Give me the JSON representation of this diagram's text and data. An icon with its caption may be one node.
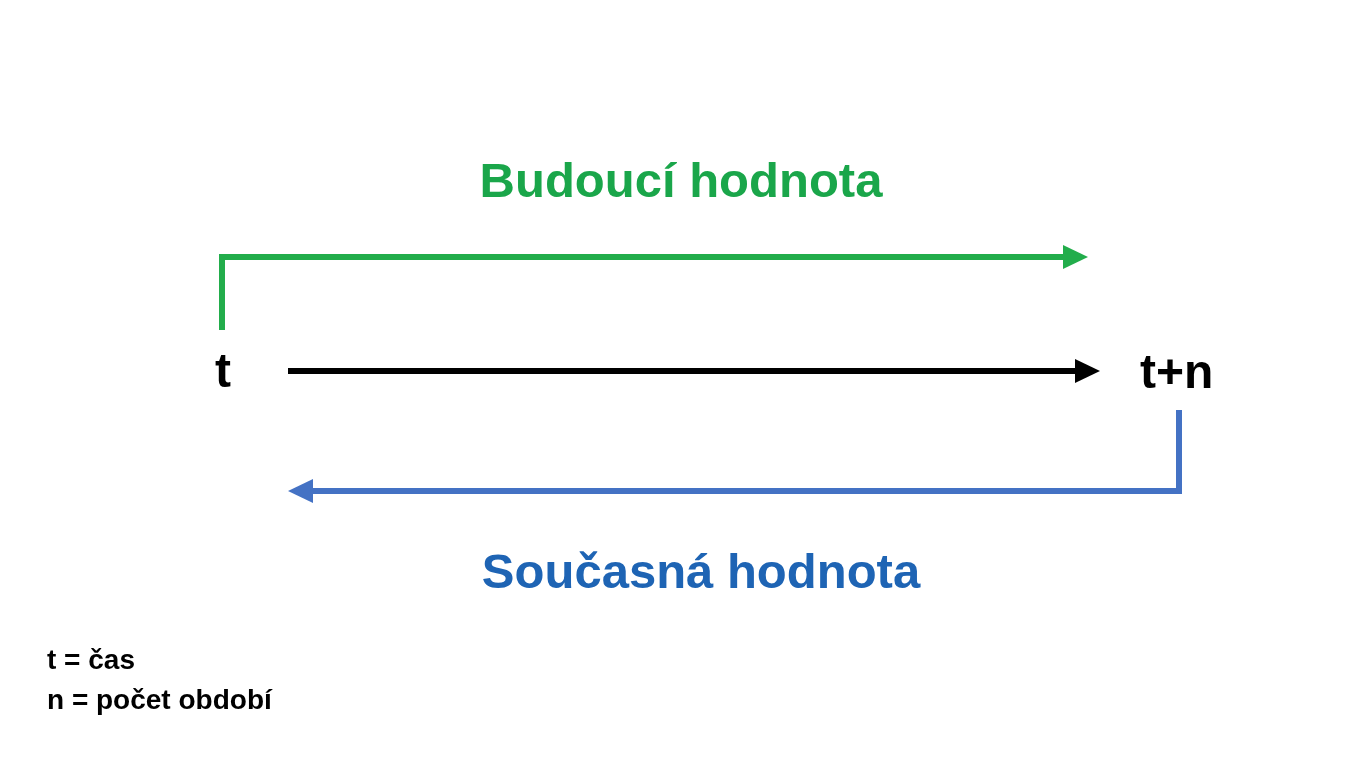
{
  "diagram": {
    "nodes": [
      {
        "text": [
          "t"
        ]
      },
      {
        "text": [
          "t+n"
        ]
      }
    ],
    "edges": [
      {
        "from": 0,
        "to": null,
        "arrow": "to",
        "label": "Budoucí hodnota",
        "color": "#22ad4b"
      },
      {
        "from": 0,
        "to": 1,
        "arrow": "to",
        "color": "#000000"
      },
      {
        "from": 1,
        "to": null,
        "arrow": "to",
        "label": "Současná hodnota",
        "color": "#4472c4"
      }
    ],
    "labels": [
      "t = čas",
      "n = počet období"
    ]
  }
}
